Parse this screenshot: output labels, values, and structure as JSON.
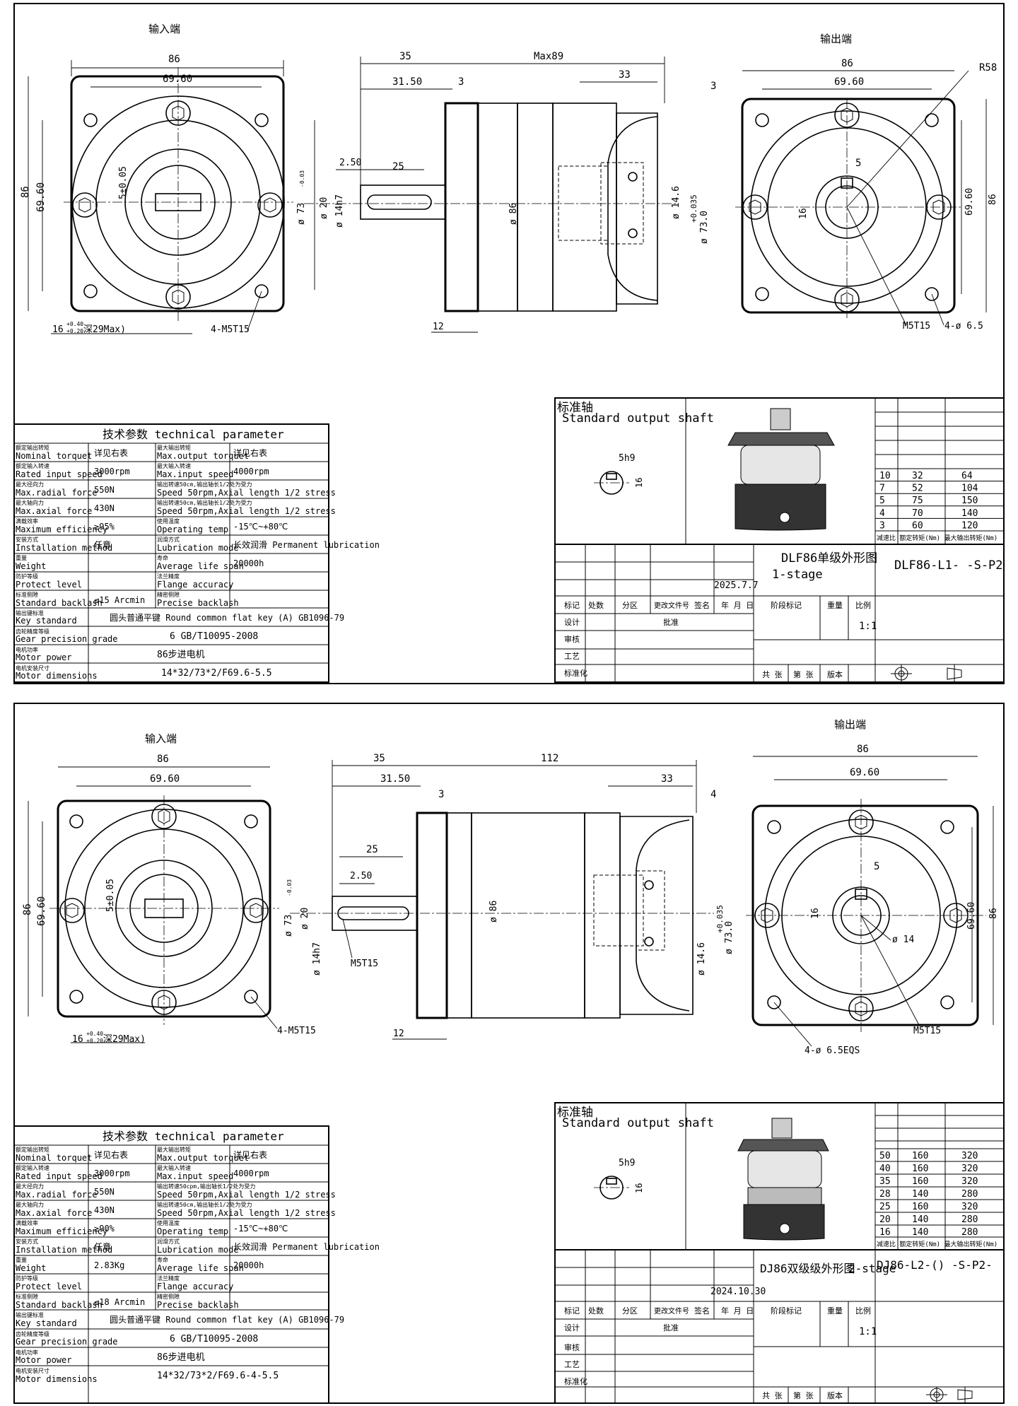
{
  "sheet1": {
    "input_label": "输入端",
    "output_label": "输出端",
    "left": {
      "d86_h": "86",
      "d6960_h": "69.60",
      "d86_v": "86",
      "d6960_v": "69.60",
      "key": "5±0.05",
      "depth_base": "16",
      "depth_sup": "+0.40",
      "depth_sub": "+0.20",
      "depth_note": "深29Max)",
      "tap": "4-M5T15"
    },
    "side": {
      "d35": "35",
      "dmax": "Max89",
      "d3150": "31.50",
      "d3a": "3",
      "d33": "33",
      "d3b": "3",
      "d250": "2.50",
      "d25": "25",
      "d73": "ø 73",
      "d73tol": "-0.03",
      "d20": "ø 20",
      "d14h7": "ø 14h7",
      "d86": "ø 86",
      "d146": "ø 14.6",
      "d73b": "ø 73.0",
      "d0035": "+0.035",
      "d12": "12"
    },
    "right": {
      "d86_h": "86",
      "d6960_h": "69.60",
      "r58": "R58",
      "key": "5",
      "d16": "16",
      "d6960_v": "69.60",
      "d86_v": "86",
      "tap": "M5T15",
      "holes": "4-ø 6.5"
    },
    "tech": {
      "title": "技术参数  technical parameter",
      "rows": [
        {
          "l_cn": "额定输出转矩",
          "l_en": "Nominal torquet",
          "l_val": "详见右表",
          "r_cn": "最大输出转矩",
          "r_en": "Max.output torquet",
          "r_val": "详见右表"
        },
        {
          "l_cn": "额定输入转速",
          "l_en": "Rated input speed",
          "l_val": "3000rpm",
          "r_cn": "最大输入转速",
          "r_en": "Max.input speed",
          "r_val": "4000rpm"
        },
        {
          "l_cn": "最大径向力",
          "l_en": "Max.radial force",
          "l_val": "550N",
          "r_cn": "输出转速50cm,输出轴长1/2处为受力",
          "r_en": "Speed 50rpm,Axial length 1/2 stress",
          "r_val": ""
        },
        {
          "l_cn": "最大轴向力",
          "l_en": "Max.axial force",
          "l_val": "430N",
          "r_cn": "输出转速50cm,输出轴长1/2处为受力",
          "r_en": "Speed 50rpm,Axial length 1/2 stress",
          "r_val": ""
        },
        {
          "l_cn": "满载效率",
          "l_en": "Maximum efficiency",
          "l_val": "≥95%",
          "r_cn": "使用温度",
          "r_en": "Operating temp",
          "r_val": "-15℃~+80℃"
        },
        {
          "l_cn": "安装方式",
          "l_en": "Installation method",
          "l_val": "任意",
          "r_cn": "润滑方式",
          "r_en": "Lubrication mode",
          "r_val": "长效润滑 Permanent lubrication"
        },
        {
          "l_cn": "重量",
          "l_en": "Weight",
          "l_val": "",
          "r_cn": "寿命",
          "r_en": "Average life span",
          "r_val": "20000h"
        },
        {
          "l_cn": "防护等级",
          "l_en": "Protect level",
          "l_val": "",
          "r_cn": "法兰精度",
          "r_en": "Flange accuracy",
          "r_val": ""
        },
        {
          "l_cn": "标准侧隙",
          "l_en": "Standard backlash",
          "l_val": "≤15 Arcmin",
          "r_cn": "精密侧隙",
          "r_en": "Precise backlash",
          "r_val": ""
        }
      ],
      "key_cn": "输出键标准",
      "key_en": "Key standard",
      "key_val": "圆头普通平键  Round common flat key (A) GB1096-79",
      "gear_cn": "齿轮精度等级",
      "gear_en": "Gear precision grade",
      "gear_val": "6 GB/T10095-2008",
      "motor_cn": "电机功率",
      "motor_en": "Motor power",
      "motor_val": "86步进电机",
      "dim_cn": "电机安装尺寸",
      "dim_en": "Motor dimensions",
      "dim_val": "14*32/73*2/F69.6-5.5"
    },
    "std_shaft": {
      "cn": "标准轴",
      "en": "Standard output shaft",
      "key": "5h9",
      "d": "16"
    },
    "ratio_table": {
      "rows": [
        [
          "10",
          "32",
          "64"
        ],
        [
          "7",
          "52",
          "104"
        ],
        [
          "5",
          "75",
          "150"
        ],
        [
          "4",
          "70",
          "140"
        ],
        [
          "3",
          "60",
          "120"
        ]
      ],
      "header": "减速比 额定转矩(Nm) 最大输出转矩(Nm)"
    },
    "title_block": {
      "name": "DLF86单级外形图",
      "stage": "1-stage",
      "code": "DLF86-L1-  -S-P2",
      "date": "2025.7.7",
      "scale": "1:1"
    }
  },
  "sheet2": {
    "input_label": "输入端",
    "output_label": "输出端",
    "left": {
      "d86_h": "86",
      "d6960_h": "69.60",
      "d86_v": "86",
      "d6960_v": "69.60",
      "key": "5±0.05",
      "depth_base": "16",
      "depth_sup": "+0.40",
      "depth_sub": "+0.20",
      "depth_note": "深29Max)",
      "tap": "4-M5T15"
    },
    "side": {
      "d35": "35",
      "d112": "112",
      "d3150": "31.50",
      "d3": "3",
      "d33": "33",
      "d4": "4",
      "d25": "25",
      "d250": "2.50",
      "d73": "ø 73",
      "d73tol": "-0.03",
      "d20": "ø 20",
      "d14h7": "ø 14h7",
      "tap": "M5T15",
      "d86": "ø 86",
      "d146": "ø 14.6",
      "d73b": "ø 73.0",
      "d0035": "+0.035",
      "d12": "12"
    },
    "right": {
      "d86_h": "86",
      "d6960_h": "69.60",
      "key": "5",
      "d16": "16",
      "d14": "ø 14",
      "d6960_v": "69.60",
      "d86_v": "86",
      "holes": "4-ø 6.5EQS",
      "tap": "M5T15"
    },
    "tech": {
      "title": "技术参数  technical parameter",
      "rows": [
        {
          "l_cn": "额定输出转矩",
          "l_en": "Nominal torquet",
          "l_val": "详见右表",
          "r_cn": "最大输出转矩",
          "r_en": "Max.output torquet",
          "r_val": "详见右表"
        },
        {
          "l_cn": "额定输入转速",
          "l_en": "Rated input speed",
          "l_val": "3000rpm",
          "r_cn": "最大输入转速",
          "r_en": "Max.input speed",
          "r_val": "4000rpm"
        },
        {
          "l_cn": "最大径向力",
          "l_en": "Max.radial force",
          "l_val": "550N",
          "r_cn": "输出转速50cpm,输出轴长1/2处为受力",
          "r_en": "Speed 50rpm,Axial length 1/2 stress",
          "r_val": ""
        },
        {
          "l_cn": "最大轴向力",
          "l_en": "Max.axial force",
          "l_val": "430N",
          "r_cn": "输出转速50cm,输出轴长1/2处为受力",
          "r_en": "Speed 50rpm,Axial length 1/2 stress",
          "r_val": ""
        },
        {
          "l_cn": "满载效率",
          "l_en": "Maximum efficiency",
          "l_val": "≥90%",
          "r_cn": "使用温度",
          "r_en": "Operating temp",
          "r_val": "-15℃~+80℃"
        },
        {
          "l_cn": "安装方式",
          "l_en": "Installation method",
          "l_val": "任意",
          "r_cn": "润滑方式",
          "r_en": "Lubrication mode",
          "r_val": "长效润滑 Permanent lubrication"
        },
        {
          "l_cn": "重量",
          "l_en": "Weight",
          "l_val": "2.83Kg",
          "r_cn": "寿命",
          "r_en": "Average life span",
          "r_val": "20000h"
        },
        {
          "l_cn": "防护等级",
          "l_en": "Protect level",
          "l_val": "",
          "r_cn": "法兰精度",
          "r_en": "Flange accuracy",
          "r_val": ""
        },
        {
          "l_cn": "标准侧隙",
          "l_en": "Standard backlash",
          "l_val": "≤18 Arcmin",
          "r_cn": "精密侧隙",
          "r_en": "Precise backlash",
          "r_val": ""
        }
      ],
      "key_cn": "输出键标准",
      "key_en": "Key standard",
      "key_val": "圆头普通平键  Round common flat key (A) GB1096-79",
      "gear_cn": "齿轮精度等级",
      "gear_en": "Gear precision grade",
      "gear_val": "6 GB/T10095-2008",
      "motor_cn": "电机功率",
      "motor_en": "Motor power",
      "motor_val": "86步进电机",
      "dim_cn": "电机安装尺寸",
      "dim_en": "Motor dimensions",
      "dim_val": "14*32/73*2/F69.6-4-5.5"
    },
    "std_shaft": {
      "cn": "标准轴",
      "en": "Standard output shaft",
      "key": "5h9",
      "d": "16"
    },
    "ratio_table": {
      "rows": [
        [
          "50",
          "160",
          "320"
        ],
        [
          "40",
          "160",
          "320"
        ],
        [
          "35",
          "160",
          "320"
        ],
        [
          "28",
          "140",
          "280"
        ],
        [
          "25",
          "160",
          "320"
        ],
        [
          "20",
          "140",
          "280"
        ],
        [
          "16",
          "140",
          "280"
        ]
      ],
      "header": "减速比 额定转矩(Nm) 最大输出转矩(Nm)"
    },
    "title_block": {
      "name": "DJ86双级级外形图",
      "stage": "2-stage",
      "code": "DJ86-L2-() -S-P2-",
      "date": "2024.10.30",
      "scale": "1:1"
    }
  },
  "tb_labels": {
    "biaoji": "标记",
    "chushu": "处数",
    "fenqu": "分区",
    "gengai": "更改文件号",
    "qianming": "签名",
    "nianyueri": "年 月 日",
    "sheji": "设计",
    "pizhun": "批准",
    "shenhe": "审核",
    "gongyi": "工艺",
    "biaozhunhua": "标准化",
    "jieduan": "阶段标记",
    "zhongliang": "重量",
    "bili": "比例",
    "gongzhang": "共 张",
    "dizhang": "第 张",
    "banben": "版本"
  }
}
